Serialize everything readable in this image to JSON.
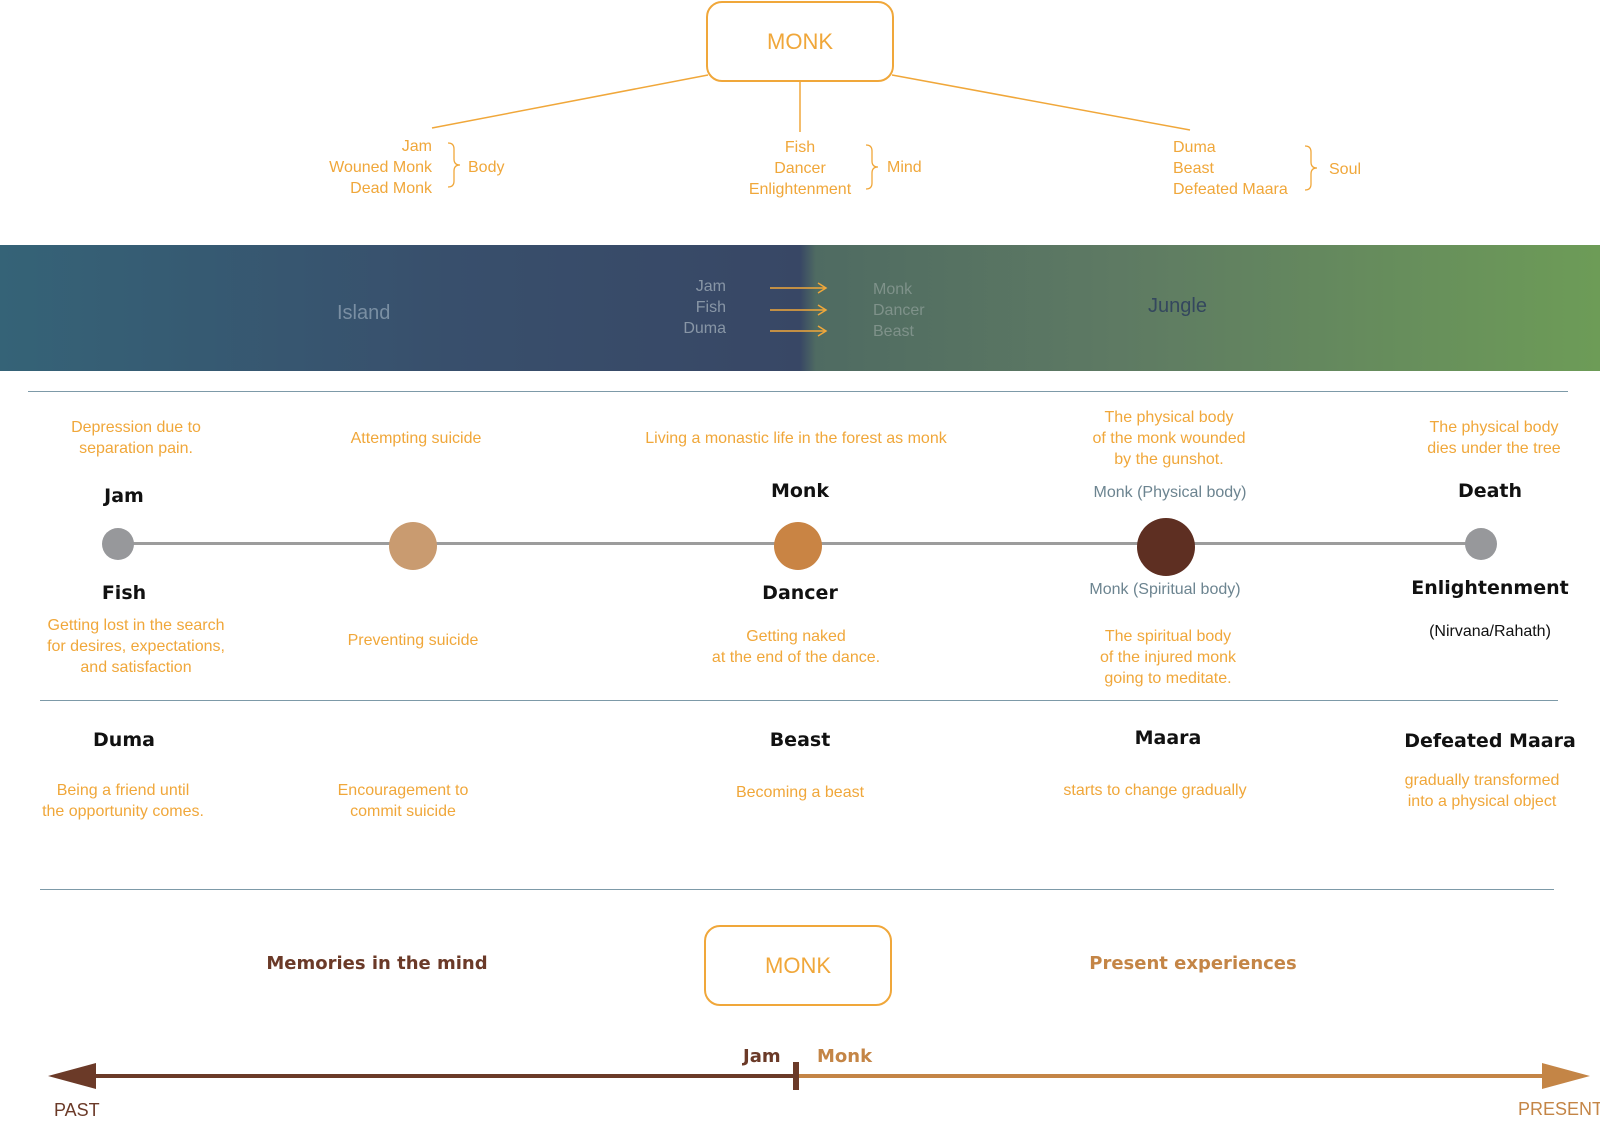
{
  "top": {
    "monk_label": "MONK",
    "groups": [
      {
        "items": [
          "Jam",
          "Wouned Monk",
          "Dead Monk"
        ],
        "brace_label": "Body"
      },
      {
        "items": [
          "Fish",
          "Dancer",
          "Enlightenment"
        ],
        "brace_label": "Mind"
      },
      {
        "items": [
          "Duma",
          "Beast",
          "Defeated Maara"
        ],
        "brace_label": "Soul"
      }
    ]
  },
  "band": {
    "left_label": "Island",
    "right_label": "Jungle",
    "from": [
      "Jam",
      "Fish",
      "Duma"
    ],
    "to": [
      "Monk",
      "Dancer",
      "Beast"
    ]
  },
  "timeline": {
    "row1": [
      {
        "above": "Depression due to\nseparation pain.",
        "name": "Jam"
      },
      {
        "above": "Attempting suicide",
        "name": ""
      },
      {
        "above": "Living a monastic life in the forest as monk",
        "name": "Monk"
      },
      {
        "above": "The physical body\nof the monk wounded\nby the gunshot.",
        "name": "Monk (Physical body)"
      },
      {
        "above": "The physical body\ndies under the tree",
        "name": "Death"
      }
    ],
    "row2": [
      {
        "name": "Fish",
        "below": "Getting lost in the search\nfor desires, expectations,\nand satisfaction"
      },
      {
        "name": "",
        "below": "Preventing suicide"
      },
      {
        "name": "Dancer",
        "below": "Getting naked\nat the end of the dance."
      },
      {
        "name": "Monk (Spiritual body)",
        "below": "The spiritual body\nof the injured monk\ngoing to meditate."
      },
      {
        "name": "Enlightenment",
        "below": "(Nirvana/Rahath)"
      }
    ],
    "row3": [
      {
        "name": "Duma",
        "desc": "Being a friend until\nthe opportunity comes."
      },
      {
        "name": "",
        "desc": "Encouragement to\ncommit suicide"
      },
      {
        "name": "Beast",
        "desc": "Becoming a beast"
      },
      {
        "name": "Maara",
        "desc": "starts to change gradually"
      },
      {
        "name": "Defeated Maara",
        "desc": "gradually transformed\ninto a physical object"
      }
    ],
    "node_colors": [
      "#97989b",
      "#c99b70",
      "#c98444",
      "#5e2f22",
      "#97989b"
    ]
  },
  "bottom": {
    "memories": "Memories in the mind",
    "present": "Present experiences",
    "monk_label": "MONK",
    "jam": "Jam",
    "monk": "Monk",
    "past": "PAST",
    "present_axis": "PRESENT"
  },
  "colors": {
    "accent": "#f0a73a",
    "past_brown": "#6b3a28",
    "present_brown": "#c48546"
  }
}
